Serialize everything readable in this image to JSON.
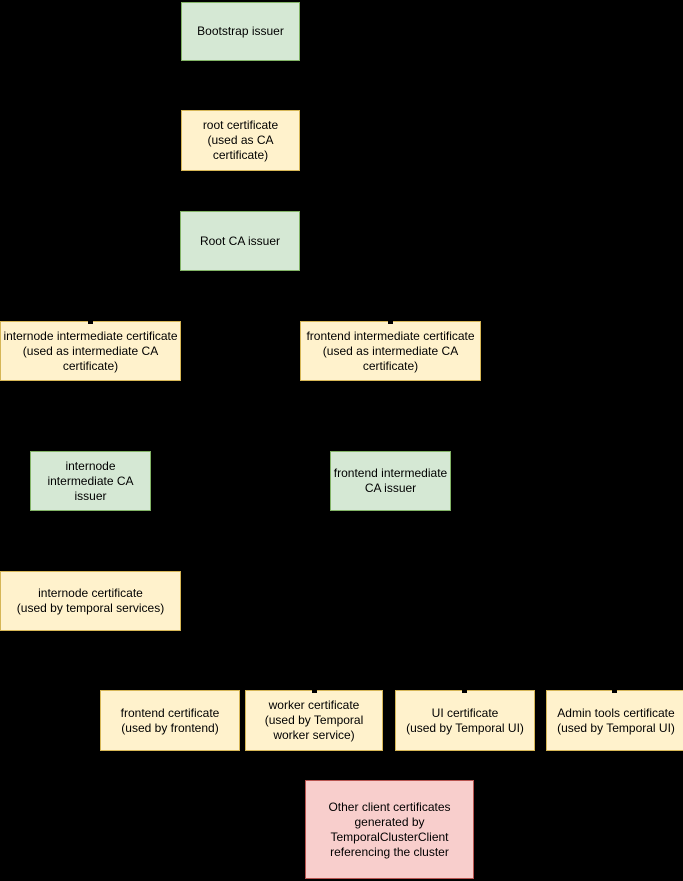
{
  "diagram": {
    "background_color": "#000000",
    "node_kinds": {
      "issuer": {
        "fill": "#d5e8d4",
        "stroke": "#82b366"
      },
      "certificate": {
        "fill": "#fff2cc",
        "stroke": "#d6b656"
      },
      "client_certificate": {
        "fill": "#f8cecc",
        "stroke": "#b85450"
      }
    },
    "nodes": [
      {
        "id": "bootstrap-issuer",
        "kind": "issuer",
        "label": "Bootstrap issuer"
      },
      {
        "id": "root-certificate",
        "kind": "certificate",
        "label": "root certificate\n(used as CA\ncertificate)"
      },
      {
        "id": "root-ca-issuer",
        "kind": "issuer",
        "label": "Root CA issuer"
      },
      {
        "id": "internode-intermediate-certificate",
        "kind": "certificate",
        "label": "internode intermediate certificate\n(used as intermediate CA\ncertificate)"
      },
      {
        "id": "frontend-intermediate-certificate",
        "kind": "certificate",
        "label": "frontend intermediate certificate\n(used as intermediate CA\ncertificate)"
      },
      {
        "id": "internode-intermediate-ca-issuer",
        "kind": "issuer",
        "label": "internode\nintermediate CA\nissuer"
      },
      {
        "id": "frontend-intermediate-ca-issuer",
        "kind": "issuer",
        "label": "frontend intermediate\nCA issuer"
      },
      {
        "id": "internode-certificate",
        "kind": "certificate",
        "label": "internode certificate\n(used by temporal services)"
      },
      {
        "id": "frontend-certificate",
        "kind": "certificate",
        "label": "frontend certificate\n(used by frontend)"
      },
      {
        "id": "worker-certificate",
        "kind": "certificate",
        "label": "worker certificate\n(used by Temporal\nworker service)"
      },
      {
        "id": "ui-certificate",
        "kind": "certificate",
        "label": "UI certificate\n(used by Temporal UI)"
      },
      {
        "id": "admin-tools-certificate",
        "kind": "certificate",
        "label": "Admin tools certificate\n(used by Temporal UI)"
      },
      {
        "id": "other-client-certificates",
        "kind": "client_certificate",
        "label": "Other client certificates\ngenerated by\nTemporalClusterClient\nreferencing the cluster"
      }
    ]
  }
}
